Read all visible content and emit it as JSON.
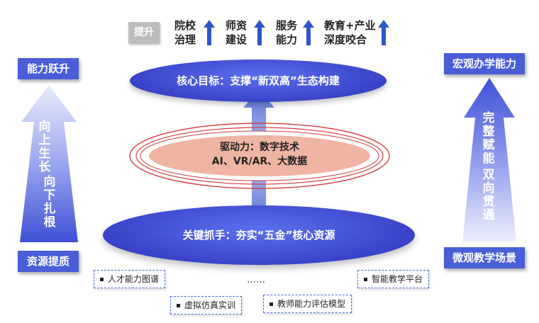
{
  "top": {
    "badge": "提升",
    "items": [
      {
        "line1": "院校",
        "line2": "治理"
      },
      {
        "line1": "师资",
        "line2": "建设"
      },
      {
        "line1": "服务",
        "line2": "能力"
      },
      {
        "line1": "教育+产业",
        "line2": "深度咬合"
      }
    ]
  },
  "left": {
    "top_label": "能力跃升",
    "bottom_label": "资源提质",
    "arrow_col1": "向上生长",
    "arrow_col2": "向下扎根"
  },
  "right": {
    "top_label": "宏观办学能力",
    "bottom_label": "微观教学场景",
    "arrow_col1": "完整赋能",
    "arrow_col2": "双向贯通"
  },
  "center": {
    "goal": "核心目标：支撑“新双高”生态构建",
    "driver_line1": "驱动力：数字技术",
    "driver_line2": "AI、VR/AR、大数据",
    "foundation": "关键抓手：夯实“五金”核心资源"
  },
  "cards": {
    "talent": "人才能力图谱",
    "simulation": "虚拟仿真实训",
    "ellipsis": "……",
    "teacher_eval": "教师能力评估模型",
    "platform": "智能教学平台"
  },
  "colors": {
    "primary_blue": "#4a5ed8",
    "arrow_blue": "#2e56c8",
    "driver_fill": "#f0b4a4",
    "driver_ring": "#d23c3c"
  }
}
